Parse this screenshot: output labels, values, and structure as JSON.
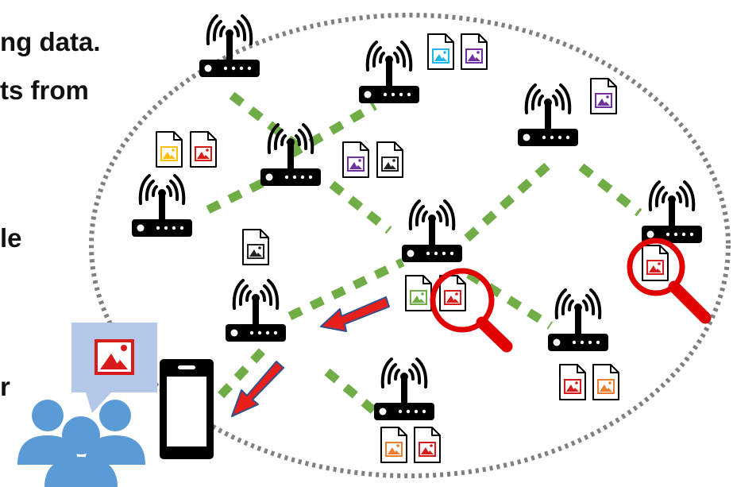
{
  "text_fragments": {
    "line1": "ng data.",
    "line2": "ts from",
    "line3": "le",
    "line4": "r"
  },
  "colors": {
    "boundary": "#7f7f7f",
    "link": "#70ad47",
    "router": "#000000",
    "magnifier": "#e00000",
    "arrow_fill": "#e8201c",
    "arrow_edge": "#2f528f",
    "people": "#5b9bd5",
    "bubble": "#b4c7e7",
    "image_red": "#d71a1a"
  },
  "routers": [
    {
      "id": "r1",
      "files": []
    },
    {
      "id": "r2",
      "files": [
        "image-cyan",
        "image-purple"
      ]
    },
    {
      "id": "r3",
      "files": [
        "image-purple"
      ]
    },
    {
      "id": "r4",
      "files": [
        "image-purple",
        "image-black"
      ]
    },
    {
      "id": "r5",
      "files": [
        "image-yellow",
        "image-red"
      ]
    },
    {
      "id": "r6",
      "files": [
        "image-green",
        "image-red"
      ]
    },
    {
      "id": "r7",
      "files": [
        "image-red"
      ]
    },
    {
      "id": "r8",
      "files": [
        "image-black"
      ]
    },
    {
      "id": "r9",
      "files": [
        "image-red",
        "image-orange"
      ]
    },
    {
      "id": "r10",
      "files": [
        "image-orange",
        "image-red"
      ]
    }
  ],
  "requested_content": "image-red"
}
